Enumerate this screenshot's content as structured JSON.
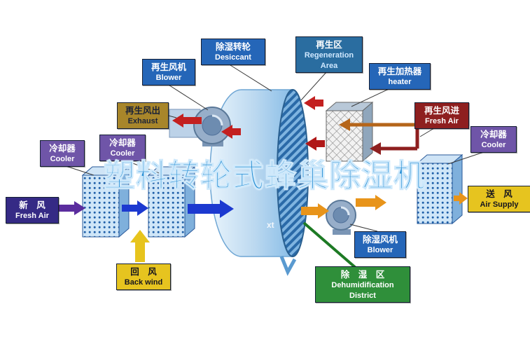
{
  "title": "塑料转轮式蜂巢除湿机",
  "watermark": "xt",
  "colors": {
    "label_blue": "#2566b8",
    "label_teal": "#2a6da0",
    "label_brown": "#a8862a",
    "label_maroon": "#8e1f1f",
    "label_purple": "#6f55a8",
    "label_indigo": "#352a85",
    "label_yellow": "#e6c41f",
    "label_green": "#2f8f3a",
    "arrow_red": "#c32020",
    "arrow_dark_red": "#b01818",
    "arrow_blue": "#1c39d0",
    "arrow_orange": "#e8941a",
    "arrow_yellow": "#e7c41d",
    "arrow_purple": "#5b2d9e",
    "arrow_maroon": "#8e1f1f",
    "arrow_brown": "#b5651a",
    "title_blue": "#1f8ad2"
  },
  "labels": {
    "desiccant": {
      "zh": "除湿转轮",
      "en": "Desiccant"
    },
    "regeneration_area": {
      "zh": "再生区",
      "en": "Regeneration Area"
    },
    "regen_blower": {
      "zh": "再生风机",
      "en": "Blower"
    },
    "regen_heater": {
      "zh": "再生加热器",
      "en": "heater"
    },
    "regen_exhaust": {
      "zh": "再生风出",
      "en": "Exhaust"
    },
    "regen_inlet": {
      "zh": "再生风进",
      "en": "Fresh Air"
    },
    "cooler_left": {
      "zh": "冷却器",
      "en": "Cooler"
    },
    "cooler_mid": {
      "zh": "冷却器",
      "en": "Cooler"
    },
    "cooler_right": {
      "zh": "冷却器",
      "en": "Cooler"
    },
    "fresh_air": {
      "zh": "新　风",
      "en": "Fresh Air"
    },
    "air_supply": {
      "zh": "送　风",
      "en": "Air Supply"
    },
    "back_wind": {
      "zh": "回　风",
      "en": "Back wind"
    },
    "dehumid_blower": {
      "zh": "除湿风机",
      "en": "Blower"
    },
    "dehumid_district": {
      "zh": "除　湿　区",
      "en": "Dehumidification District"
    }
  }
}
